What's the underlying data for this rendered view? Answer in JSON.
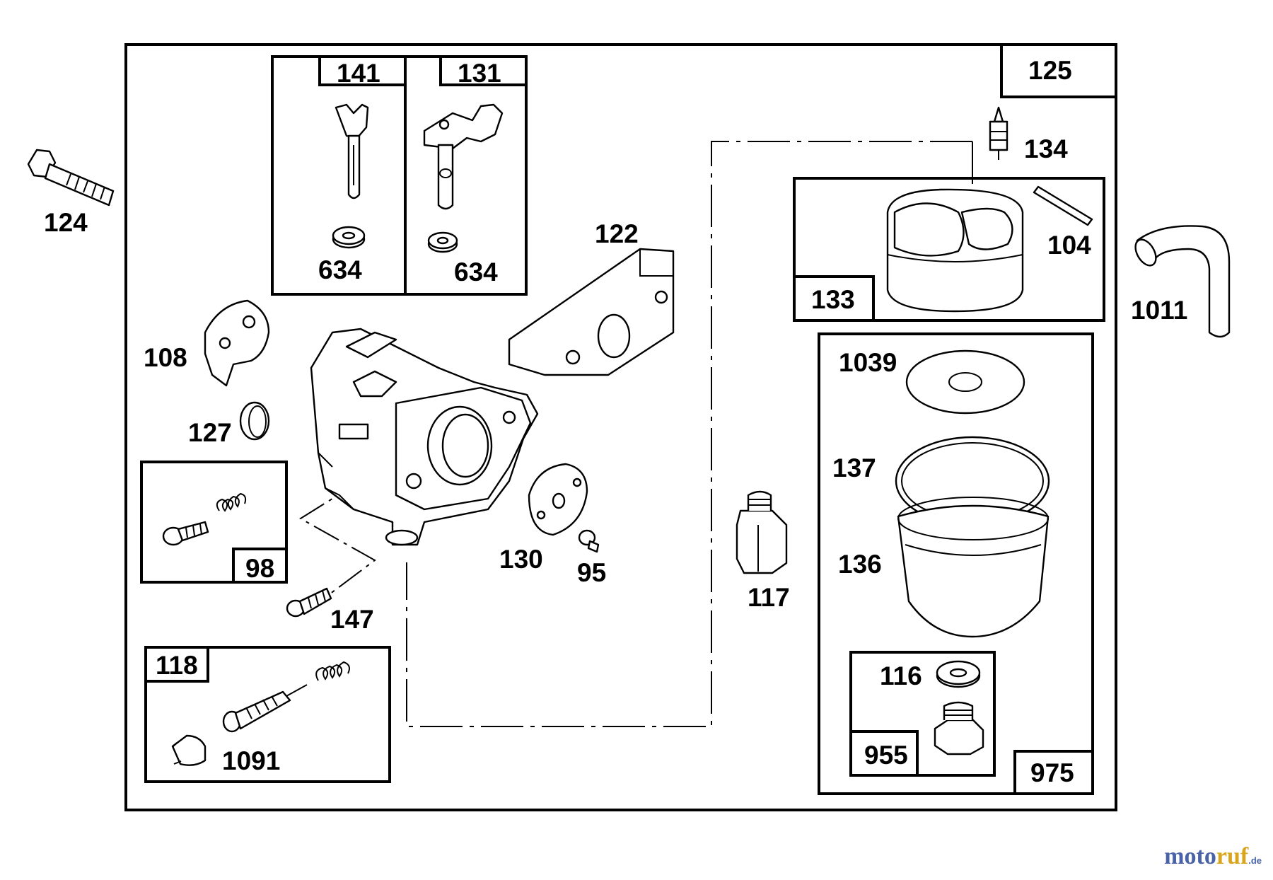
{
  "labels": {
    "p141": "141",
    "p131": "131",
    "p125": "125",
    "p124": "124",
    "p634a": "634",
    "p634b": "634",
    "p134": "134",
    "p122": "122",
    "p104": "104",
    "p133": "133",
    "p1011": "1011",
    "p108": "108",
    "p1039": "1039",
    "p127": "127",
    "p137": "137",
    "p98": "98",
    "p130": "130",
    "p95": "95",
    "p136": "136",
    "p117": "117",
    "p147": "147",
    "p118": "118",
    "p116": "116",
    "p1091": "1091",
    "p955": "955",
    "p975": "975"
  },
  "watermark": {
    "part1": "moto",
    "part2": "ruf",
    "suffix": ".de"
  }
}
